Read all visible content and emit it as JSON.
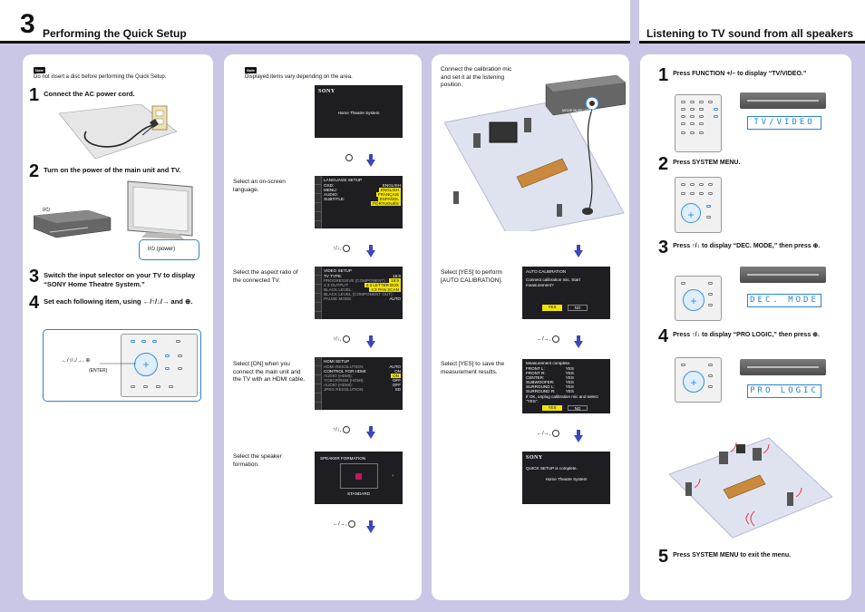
{
  "header": {
    "section_number": "3",
    "left_title": "Performing the Quick Setup",
    "right_title": "Listening to TV sound from all speakers"
  },
  "col1": {
    "note_label": "Note",
    "note_text": "Do not insert a disc before performing the Quick Setup.",
    "steps": [
      {
        "num": "1",
        "text": "Connect the AC power cord."
      },
      {
        "num": "2",
        "text": "Turn on the power of the main unit and TV."
      },
      {
        "num": "3",
        "text": "Switch the input selector on your TV to display “SONY Home Theatre System.”"
      },
      {
        "num": "4",
        "text": "Set each following item, using ←/↑/↓/→ and ⊕."
      }
    ],
    "power_label": "I/⏻",
    "power_caption": "I/⏻ (power)",
    "arrows_label": "←/↑/↓/→, ⊕",
    "enter_label": "(ENTER)"
  },
  "col2": {
    "note_label": "Note",
    "note_text": "Displayed items vary depending on the area.",
    "screen1": {
      "brand": "SONY",
      "text": "Home Theatre System"
    },
    "captions": [
      "Select an on-screen language.",
      "Select the aspect ratio of the connected TV.",
      "Select [ON] when you connect the main unit and the TV with an HDMI cable.",
      "Select the speaker formation."
    ],
    "ctl_labels": [
      "⊕",
      "↑/↓, ⊕",
      "↑/↓, ⊕",
      "↑/↓, ⊕",
      "←/→, ⊕"
    ],
    "lang_screen": {
      "title": "LANGUAGE SETUP",
      "rows": [
        {
          "k": "OSD:",
          "v": "ENGLISH"
        },
        {
          "k": "MENU:",
          "v": "ENGLISH"
        },
        {
          "k": "AUDIO:",
          "v": "FRANÇAIS"
        },
        {
          "k": "SUBTITLE:",
          "v": "ESPAÑOL"
        },
        {
          "k": "",
          "v": "PORTUGUÊS"
        }
      ]
    },
    "video_screen": {
      "title": "VIDEO SETUP",
      "rows": [
        {
          "k": "TV TYPE:",
          "v": "16:9"
        },
        {
          "k": "PROGRESSIVE (COMPONENT):",
          "v": "16:9"
        },
        {
          "k": "4:3 OUTPUT:",
          "v": "4:3 LETTER BOX"
        },
        {
          "k": "BLACK LEVEL:",
          "v": "4:3 PAN SCAN"
        },
        {
          "k": "BLACK LEVEL (COMPONENT OUT):",
          "v": ""
        },
        {
          "k": "PAUSE MODE:",
          "v": "AUTO"
        }
      ]
    },
    "hdmi_screen": {
      "title": "HDMI SETUP",
      "rows": [
        {
          "k": "HDMI RESOLUTION:",
          "v": "AUTO"
        },
        {
          "k": "CONTROL FOR HDMI:",
          "v": "ON"
        },
        {
          "k": "AUDIO (HDMI):",
          "v": "ON"
        },
        {
          "k": "YCBCR/RGB (HDMI):",
          "v": "OFF"
        },
        {
          "k": "AUDIO (HDMI):",
          "v": "OFF"
        },
        {
          "k": "JPEG RESOLUTION:",
          "v": "SD"
        }
      ]
    },
    "speaker_screen": {
      "title": "SPEAKER FORMATION",
      "label": "STANDARD"
    }
  },
  "col3": {
    "caption_top": "Connect the calibration mic and set it at the listening position.",
    "mic_jack_label": "MOVIE MUSIC SETUP MIC",
    "captions": [
      "Select [YES] to perform [AUTO CALIBRATION].",
      "Select [YES] to save the measurement results."
    ],
    "ctl_labels": [
      "←/→, ⊕",
      "←/→, ⊕"
    ],
    "auto_screen": {
      "title": "AUTO CALIBRATION",
      "text": "Connect calibration mic. Start measurement?",
      "yes": "YES",
      "no": "NO"
    },
    "measure_screen": {
      "title": "Measurement complete.",
      "rows": [
        {
          "k": "FRONT L:",
          "v": "YES"
        },
        {
          "k": "FRONT R:",
          "v": "YES"
        },
        {
          "k": "CENTER:",
          "v": "YES"
        },
        {
          "k": "SUBWOOFER:",
          "v": "YES"
        },
        {
          "k": "SURROUND L:",
          "v": "YES"
        },
        {
          "k": "SURROUND R:",
          "v": "YES"
        }
      ],
      "footer": "If OK, unplug calibration mic and select \"YES\".",
      "yes": "YES",
      "no": "NO"
    },
    "complete_screen": {
      "brand": "SONY",
      "line1": "QUICK SETUP is complete.",
      "line2": "Home Theatre System"
    }
  },
  "col4": {
    "steps": [
      {
        "num": "1",
        "text": "Press FUNCTION +/– to display “TV/VIDEO.”"
      },
      {
        "num": "2",
        "text": "Press SYSTEM MENU."
      },
      {
        "num": "3",
        "text": "Press ↑/↓ to display “DEC. MODE,” then press ⊕."
      },
      {
        "num": "4",
        "text": "Press ↑/↓ to display “PRO LOGIC,” then press ⊕."
      },
      {
        "num": "5",
        "text": "Press SYSTEM MENU to exit the menu."
      }
    ],
    "lcd1": "TV/VIDEO",
    "lcd2": "DEC. MODE",
    "lcd3": "PRO LOGIC"
  }
}
